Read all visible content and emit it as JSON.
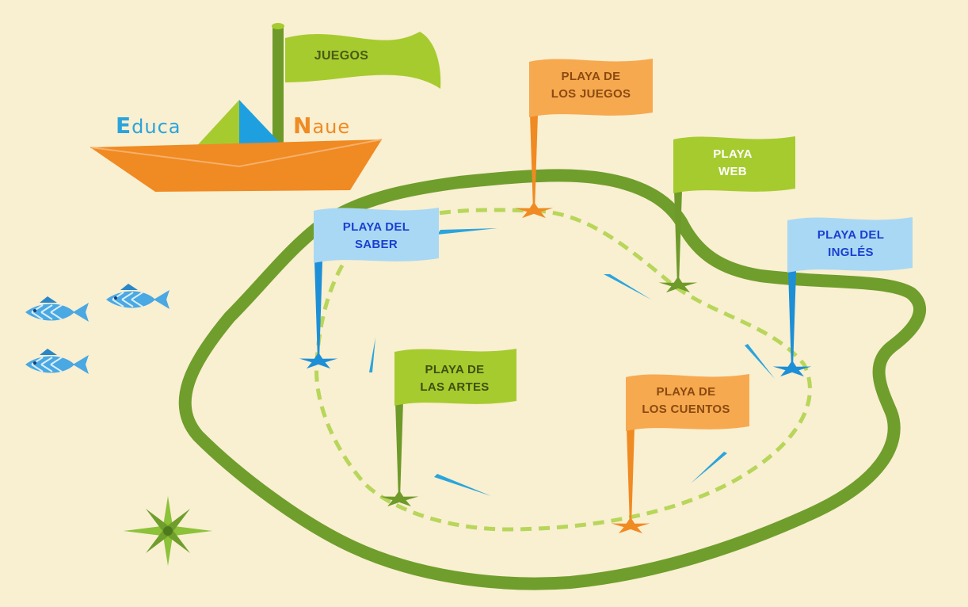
{
  "brand": {
    "left_capital": "E",
    "left_rest": "duca",
    "right_capital": "N",
    "right_rest": "aue",
    "left_color": "#2aa4dc",
    "right_color": "#f08a22"
  },
  "boat_flag": {
    "label": "JUEGOS",
    "color": "#a6cb2f",
    "text_color": "#4a5a14"
  },
  "beaches": [
    {
      "id": "juegos",
      "label": "PLAYA DE\nLOS JUEGOS",
      "flag_color": "#f7a94f",
      "pole_color": "#f08a22",
      "text_color": "#8a4a10"
    },
    {
      "id": "web",
      "label": "PLAYA\nWEB",
      "flag_color": "#a6cb2f",
      "pole_color": "#6e9a2a",
      "text_color": "#ffffff"
    },
    {
      "id": "saber",
      "label": "PLAYA DEL\nSABER",
      "flag_color": "#a9d8f4",
      "pole_color": "#1d8fd6",
      "text_color": "#1a3fd0"
    },
    {
      "id": "ingles",
      "label": "PLAYA DEL\nINGLÉS",
      "flag_color": "#a9d8f4",
      "pole_color": "#1d8fd6",
      "text_color": "#1a3fd0"
    },
    {
      "id": "artes",
      "label": "PLAYA DE\nLAS  ARTES",
      "flag_color": "#a6cb2f",
      "pole_color": "#6e9a2a",
      "text_color": "#3f4f10"
    },
    {
      "id": "cuentos",
      "label": "PLAYA DE\nLOS CUENTOS",
      "flag_color": "#f7a94f",
      "pole_color": "#f08a22",
      "text_color": "#8a4a10"
    }
  ],
  "colors": {
    "island_outline": "#6f9e2c",
    "path_dash": "#b7d65a",
    "arrow": "#2aa4dc",
    "fish": "#4aa8e2",
    "compass": "#8cc23a",
    "boat_hull": "#f08a22",
    "sail_left": "#a6cb2f",
    "sail_right": "#1ea0e0"
  },
  "icons": [
    "boat-icon",
    "fish-icon",
    "compass-rose-icon",
    "star-marker-icon",
    "direction-arrow-icon"
  ]
}
